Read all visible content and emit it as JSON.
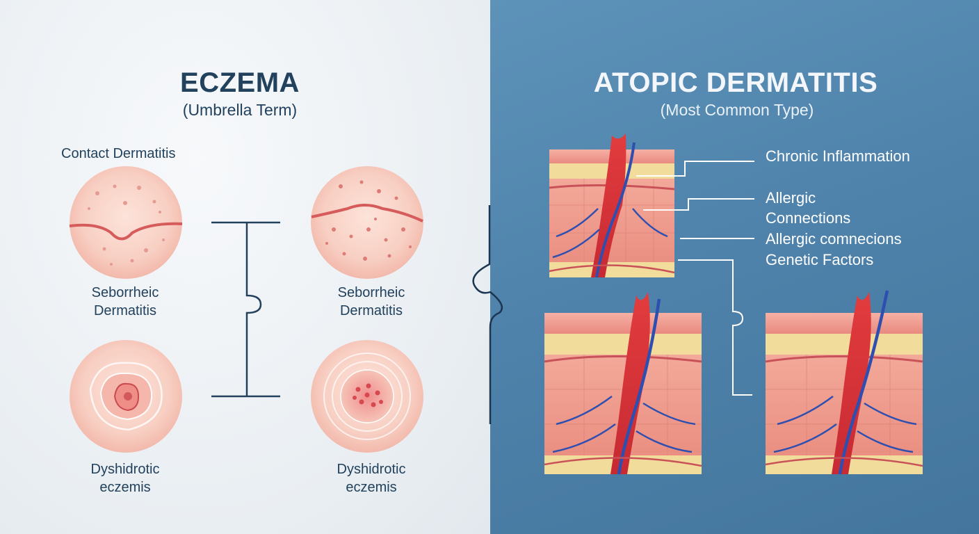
{
  "left": {
    "title": "ECZEMA",
    "subtitle": "(Umbrella Term)",
    "contact_label": "Contact Dermatitis",
    "circles": [
      {
        "line1": "Seborrheic",
        "line2": "Dermatitis"
      },
      {
        "line1": "Seborrheic",
        "line2": "Dermatitis"
      },
      {
        "line1": "Dyshidrotic",
        "line2": "eczemis"
      },
      {
        "line1": "Dyshidrotic",
        "line2": "eczemis"
      }
    ]
  },
  "right": {
    "title": "ATOPIC DERMATITIS",
    "subtitle": "(Most Common Type)",
    "callouts": [
      "Chronic Inflammation",
      "Allergic",
      "Connections",
      "Allergic comnecions",
      "Genetic Factors"
    ]
  },
  "colors": {
    "left_background": "#e9eef2",
    "right_background": "#4f83ab",
    "heading_dark": "#22415c",
    "skin_pink": "#f4a99c",
    "vessel_red": "#d8343a",
    "vessel_blue": "#2f4fb0",
    "fat_yellow": "#f2dc9c"
  }
}
